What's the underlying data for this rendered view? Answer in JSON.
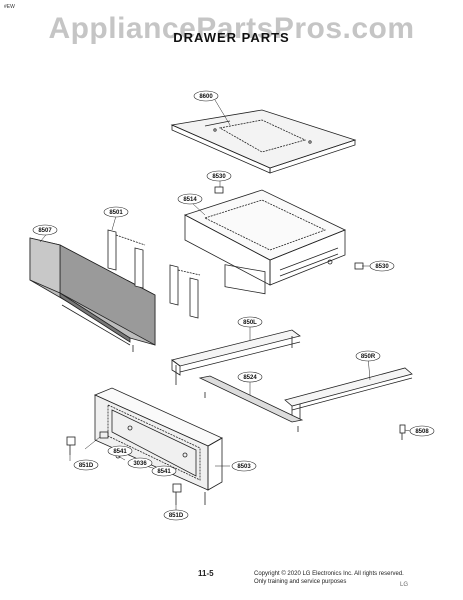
{
  "header": {
    "tag": "#EW",
    "watermark": "AppliancePartsPros.com",
    "title": "DRAWER PARTS"
  },
  "callouts": [
    "8600",
    "8530",
    "8514",
    "8501",
    "8507",
    "8530",
    "850L",
    "850R",
    "8524",
    "8508",
    "8541",
    "3036",
    "8541",
    "8503",
    "851D",
    "851D"
  ],
  "footer": {
    "page": "11-5",
    "copyright": "Copyright © 2020 LG Electronics Inc. All rights reserved.",
    "note": "Only training and service purposes",
    "logo": "LG"
  },
  "colors": {
    "line": "#222222",
    "panel": "#9a9a9a",
    "fill": "#eeeeee"
  }
}
